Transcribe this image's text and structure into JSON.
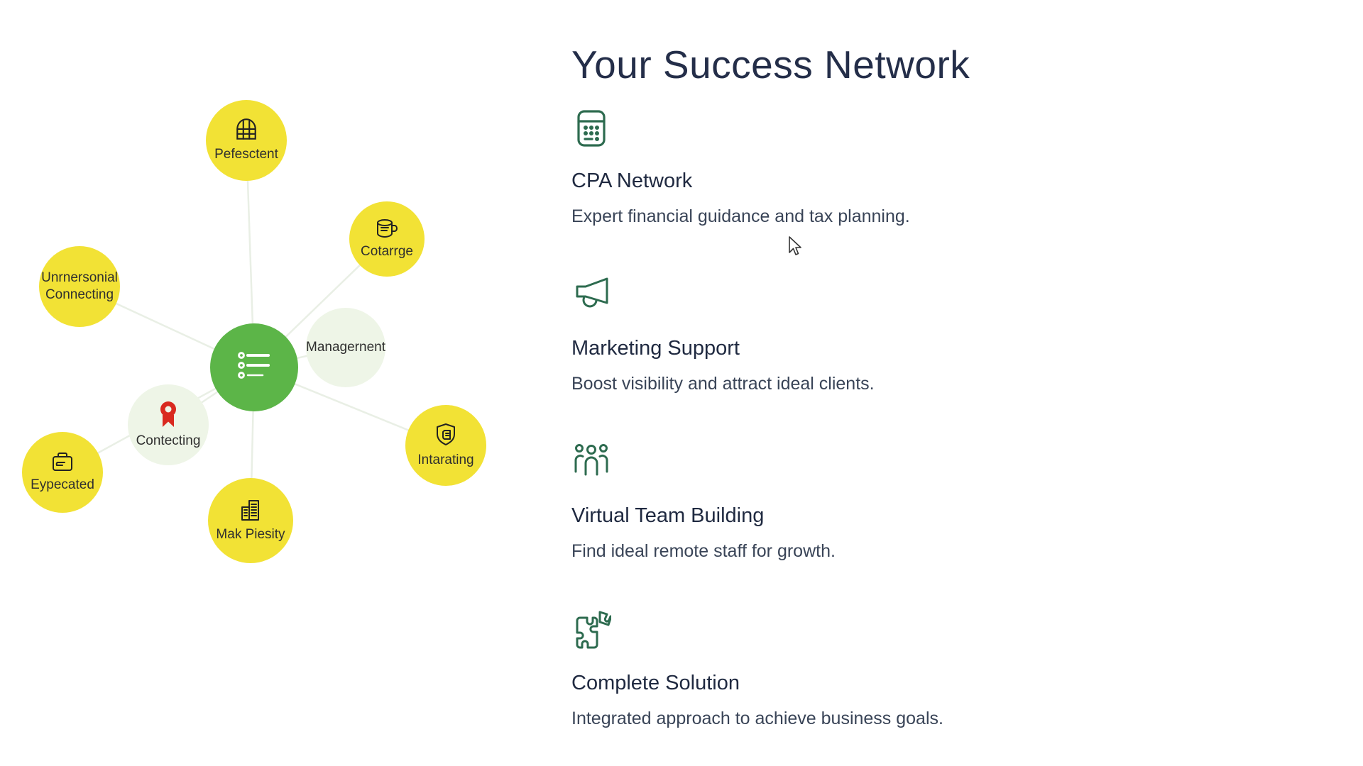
{
  "header": {
    "title": "Your Success Network"
  },
  "features": [
    {
      "icon": "calculator-icon",
      "title": "CPA Network",
      "description": "Expert financial guidance and tax planning."
    },
    {
      "icon": "megaphone-icon",
      "title": "Marketing Support",
      "description": "Boost visibility and attract ideal clients."
    },
    {
      "icon": "team-icon",
      "title": "Virtual Team Building",
      "description": "Find ideal remote staff for growth."
    },
    {
      "icon": "puzzle-icon",
      "title": "Complete Solution",
      "description": "Integrated approach to achieve business goals."
    }
  ],
  "diagram": {
    "center": {
      "icon": "list-icon",
      "label": ""
    },
    "nodes": [
      {
        "label": "Pefesctent",
        "icon": "globe-grid-icon",
        "style": "yellow"
      },
      {
        "label": "Cotarrge",
        "icon": "mug-icon",
        "style": "yellow"
      },
      {
        "label": "Unrnersonial Connecting",
        "icon": "",
        "style": "yellow"
      },
      {
        "label": "Managernent",
        "icon": "",
        "style": "light"
      },
      {
        "label": "Contecting",
        "icon": "award-icon",
        "style": "light"
      },
      {
        "label": "Eypecated",
        "icon": "briefcase-icon",
        "style": "yellow"
      },
      {
        "label": "Mak Piesity",
        "icon": "buildings-icon",
        "style": "yellow"
      },
      {
        "label": "Intarating",
        "icon": "shield-icon",
        "style": "yellow"
      }
    ]
  },
  "colors": {
    "node_yellow": "#f2e235",
    "node_light_green": "#eef5e7",
    "node_green": "#5cb548",
    "feature_icon_green": "#2d6b4f",
    "heading_navy": "#242e49",
    "award_red": "#d9291f"
  }
}
